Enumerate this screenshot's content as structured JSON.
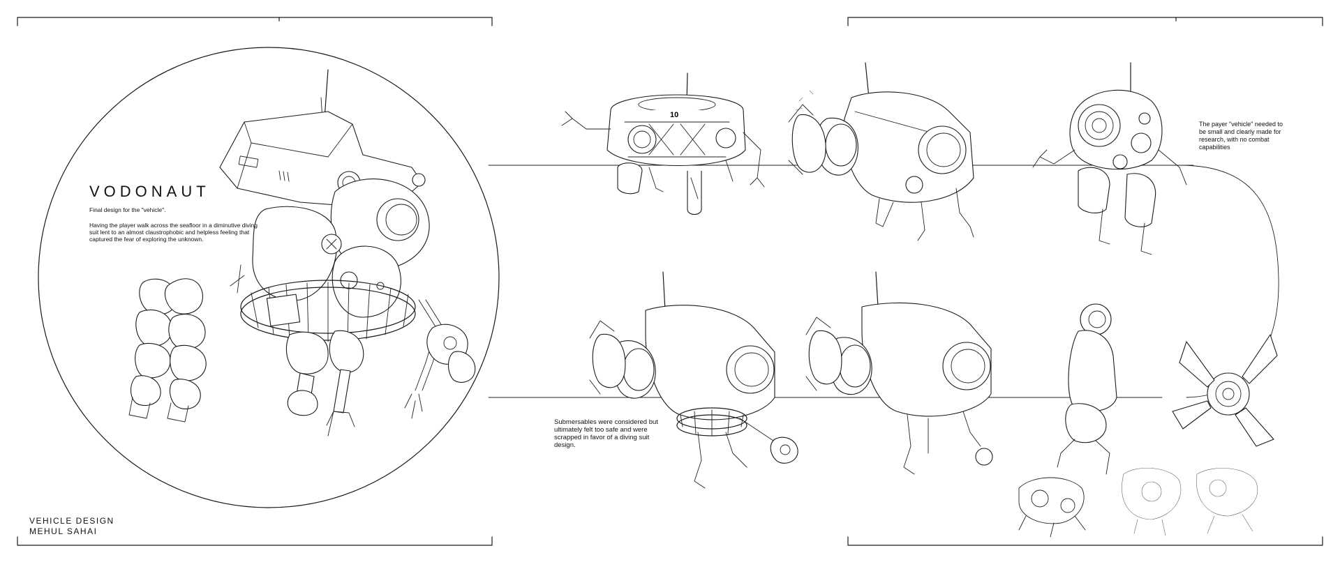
{
  "title": "VODONAUT",
  "subtitle": "Final design for the \"vehicle\".",
  "body": "Having the player walk across the seafloor in a diminutive diving suit lent to an almost claustrophobic and helpless feeling that captured the fear of exploring the unknown.",
  "notes": {
    "submersibles": "Submersables were considered but ultimately felt too safe and were scrapped in favor of a diving suit design.",
    "payer_vehicle": "The payer \"vehicle\" needed to be small and clearly made for research, with no combat capabilities"
  },
  "footer": {
    "line1": "VEHICLE DESIGN",
    "line2": "MEHUL SAHAI"
  },
  "sketch_labels": {
    "hull_number": "10"
  }
}
